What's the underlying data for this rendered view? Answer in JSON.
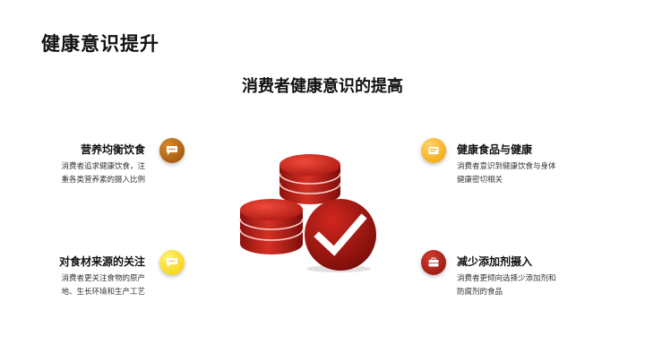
{
  "slide": {
    "title": "健康意识提升",
    "heading": "消费者健康意识的提高"
  },
  "points": [
    {
      "title": "营养均衡饮食",
      "desc_line1": "消费者追求健康饮食，注",
      "desc_line2": "重各类营养素的摄入比例",
      "icon": "chat-bubble-icon",
      "color": "#a85a12"
    },
    {
      "title": "对食材来源的关注",
      "desc_line1": "消费者更关注食物的原产",
      "desc_line2": "地、生长环境和生产工艺",
      "icon": "chat-bubble-icon",
      "color": "#f5d400"
    },
    {
      "title": "健康食品与健康",
      "desc_line1": "消费者意识到健康饮食与身体",
      "desc_line2": "健康密切相关",
      "icon": "document-icon",
      "color": "#f7b000"
    },
    {
      "title": "减少添加剂摄入",
      "desc_line1": "消费者更倾向选择少添加剂和",
      "desc_line2": "防腐剂的食品",
      "icon": "briefcase-icon",
      "color": "#b3221c"
    }
  ],
  "illustration": {
    "name": "coins-checkmark-illustration",
    "accent": "#c0201a"
  }
}
